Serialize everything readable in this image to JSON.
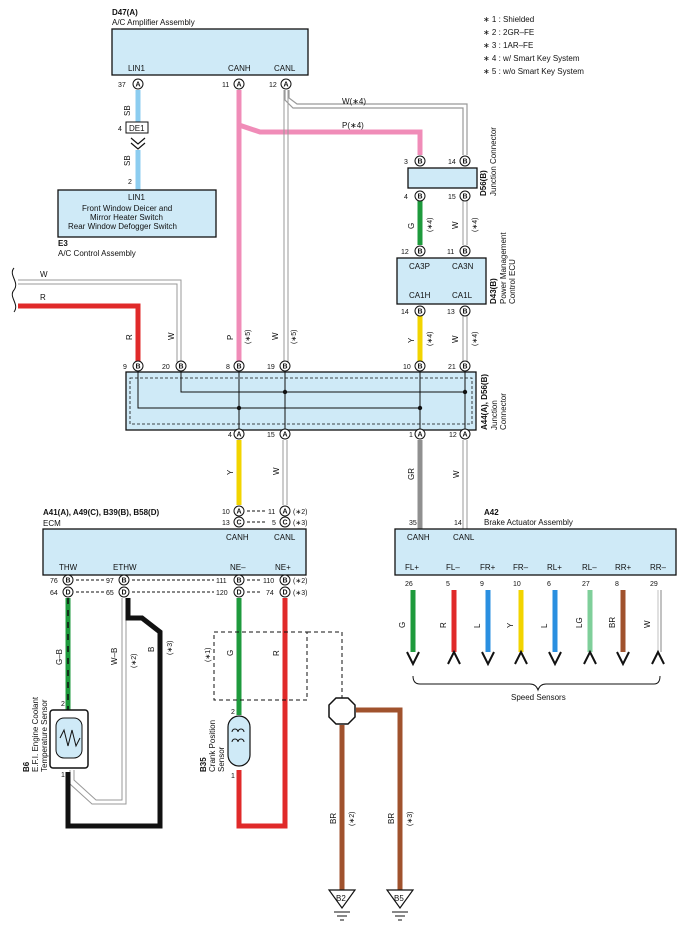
{
  "notes": [
    "∗ 1 : Shielded",
    "∗ 2 : 2GR–FE",
    "∗ 3 : 1AR–FE",
    "∗ 4 : w/ Smart Key System",
    "∗ 5 : w/o Smart Key System"
  ],
  "d47": {
    "code": "D47(A)",
    "name": "A/C Amplifier Assembly",
    "lin1": "LIN1",
    "canh": "CANH",
    "canl": "CANL",
    "pin_lin1": "37",
    "pin_canh": "11",
    "pin_canl": "12",
    "conn": "A"
  },
  "de1": {
    "label": "DE1",
    "pin": "4",
    "wire_sb_top": "SB",
    "wire_sb_bot": "SB"
  },
  "e3": {
    "code": "E3",
    "name": "A/C Control Assembly",
    "pin": "LIN1",
    "pin_num": "2",
    "line1": "Front Window Deicer and",
    "line2": "Mirror Heater Switch",
    "line3": "Rear Window Defogger Switch"
  },
  "wires_top": {
    "w4": "W(∗4)",
    "p4": "P(∗4)"
  },
  "d56": {
    "code": "D56(B)",
    "name": "Junction Connector",
    "pins": [
      "3",
      "14",
      "4",
      "15"
    ],
    "conn": "B",
    "wire_g": "G",
    "wire_w": "W",
    "note": "(∗4)"
  },
  "d43": {
    "code": "D43(B)",
    "name1": "Power Management",
    "name2": "Control ECU",
    "ca3p": "CA3P",
    "ca3n": "CA3N",
    "ca1h": "CA1H",
    "ca1l": "CA1L",
    "pins": [
      "12",
      "11",
      "14",
      "13"
    ],
    "conn": "B",
    "wire_y": "Y",
    "wire_w": "W",
    "note": "(∗4)"
  },
  "left_wires": {
    "w": "W",
    "r": "R"
  },
  "a44": {
    "code": "A44(A), D56(B)",
    "name1": "Junction",
    "name2": "Connector",
    "top_pins": [
      "9",
      "20",
      "8",
      "19",
      "10",
      "21"
    ],
    "top_conns": [
      "B",
      "B",
      "B",
      "B",
      "B",
      "B"
    ],
    "bot_pins": [
      "4",
      "15",
      "1",
      "12"
    ],
    "bot_conns": [
      "A",
      "A",
      "A",
      "A"
    ],
    "wire_r": "R",
    "wire_w": "W",
    "wire_p": "P",
    "wire_w2": "W",
    "note5": "(∗5)"
  },
  "mid_wires": {
    "y": "Y",
    "w": "W",
    "gr": "GR",
    "w2": "W"
  },
  "ecm": {
    "code": "A41(A), A49(C), B39(B), B58(D)",
    "name": "ECM",
    "canh": "CANH",
    "canl": "CANL",
    "thw": "THW",
    "ethw": "ETHW",
    "nem": "NE–",
    "nep": "NE+",
    "canh_pins": [
      "10",
      "13"
    ],
    "canh_conns": [
      "A",
      "C"
    ],
    "canl_pins": [
      "11",
      "5"
    ],
    "canl_conns": [
      "A",
      "C"
    ],
    "canl_notes": [
      "(∗2)",
      "(∗3)"
    ],
    "thw_pins": [
      "76",
      "64"
    ],
    "thw_conns": [
      "B",
      "D"
    ],
    "ethw_pins": [
      "97",
      "65"
    ],
    "ethw_conns": [
      "B",
      "D"
    ],
    "nem_pins": [
      "111",
      "120"
    ],
    "nem_conns": [
      "B",
      "D"
    ],
    "nep_pins": [
      "110",
      "74"
    ],
    "nep_conns": [
      "B",
      "D"
    ],
    "nep_notes": [
      "(∗2)",
      "(∗3)"
    ]
  },
  "a42": {
    "code": "A42",
    "name": "Brake Actuator Assembly",
    "canh": "CANH",
    "canl": "CANL",
    "canh_pin": "35",
    "canl_pin": "14",
    "sensors": [
      {
        "label": "FL+",
        "pin": "26",
        "wire": "G",
        "color": "#1e9a3c"
      },
      {
        "label": "FL–",
        "pin": "5",
        "wire": "R",
        "color": "#e02a2a"
      },
      {
        "label": "FR+",
        "pin": "9",
        "wire": "L",
        "color": "#2a8fe0"
      },
      {
        "label": "FR–",
        "pin": "10",
        "wire": "Y",
        "color": "#f2d400"
      },
      {
        "label": "RL+",
        "pin": "6",
        "wire": "L",
        "color": "#2a8fe0"
      },
      {
        "label": "RL–",
        "pin": "27",
        "wire": "LG",
        "color": "#7fcf9a"
      },
      {
        "label": "RR+",
        "pin": "8",
        "wire": "BR",
        "color": "#a0522d"
      },
      {
        "label": "RR–",
        "pin": "29",
        "wire": "W",
        "color": "#cccccc"
      }
    ],
    "speed_label": "Speed Sensors"
  },
  "b6": {
    "code": "B6",
    "name1": "E.F.I. Engine Coolant",
    "name2": "Temperature Sensor",
    "pin_top": "2",
    "pin_bot": "1",
    "wire_gb": "G–B",
    "wire_wb": "W–B",
    "wire_b": "B",
    "note2": "(∗2)",
    "note3": "(∗3)"
  },
  "b35": {
    "code": "B35",
    "name1": "Crank Position",
    "name2": "Sensor",
    "pin_top": "2",
    "pin_bot": "1",
    "wire_g": "G",
    "wire_r": "R",
    "note1": "(∗1)"
  },
  "grounds": {
    "b2": "B2",
    "b5": "B5",
    "wire_br": "BR",
    "note2": "(∗2)",
    "note3": "(∗3)"
  },
  "colors": {
    "box_fill": "#cfeaf7",
    "pink": "#f08cb8",
    "sky": "#8ccdf0",
    "green": "#1e9a3c",
    "yellow": "#f2d400",
    "gray": "#909090",
    "red": "#e02a2a",
    "brown": "#a0522d",
    "black": "#111111"
  }
}
